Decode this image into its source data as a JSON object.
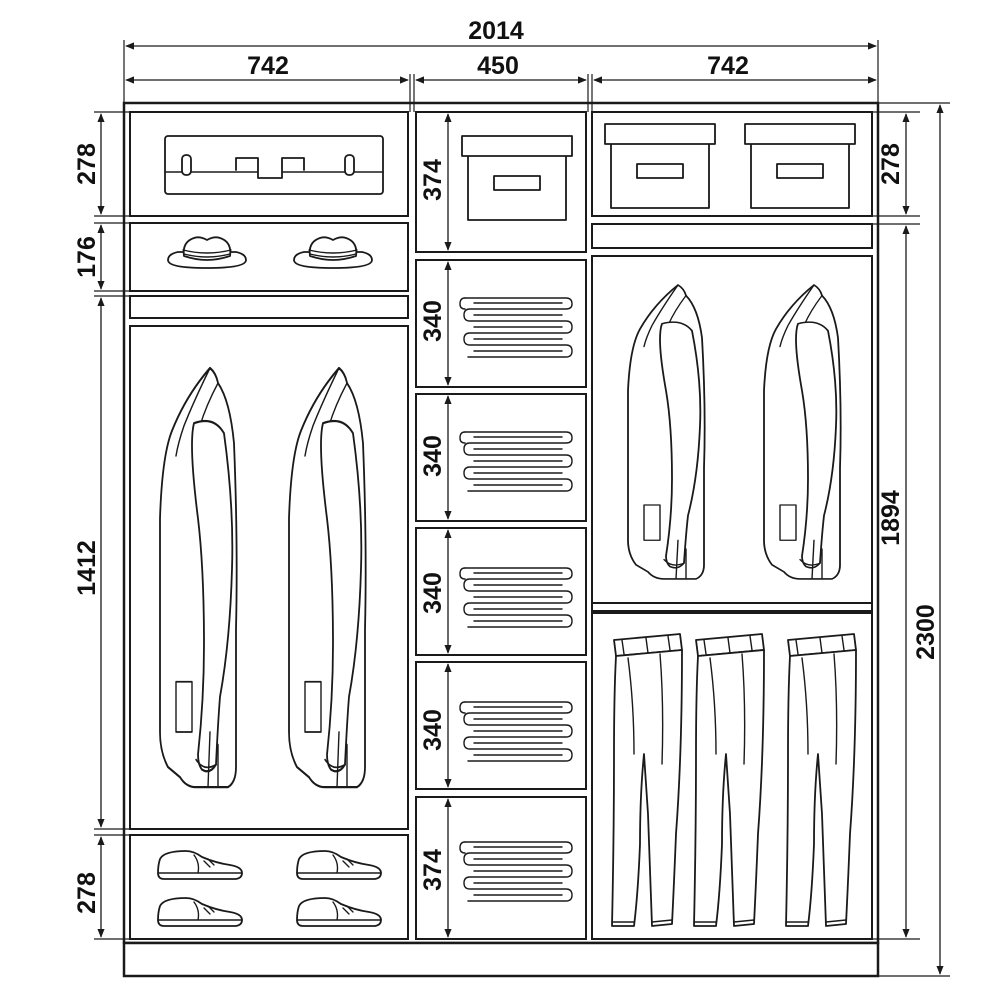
{
  "dimensions": {
    "total_width": "2014",
    "left_width": "742",
    "middle_width": "450",
    "right_width": "742",
    "left_top_height": "278",
    "left_hat_height": "176",
    "left_hanging_height": "1412",
    "left_bottom_height": "278",
    "middle_top_height": "374",
    "middle_drawer_1": "340",
    "middle_drawer_2": "340",
    "middle_drawer_3": "340",
    "middle_drawer_4": "340",
    "middle_bottom_height": "374",
    "right_top_height": "278",
    "right_hanging_height": "1894",
    "total_height": "2300"
  },
  "icons": [
    "suitcase-icon",
    "storage-box-icon",
    "hat-icon",
    "jacket-icon",
    "folded-clothes-icon",
    "trousers-icon",
    "shoe-icon"
  ]
}
